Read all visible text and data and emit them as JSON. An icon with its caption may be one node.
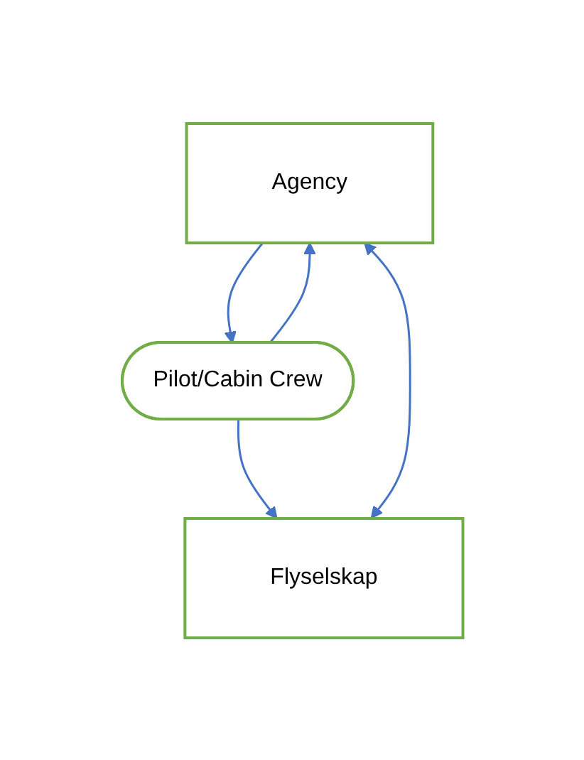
{
  "diagram": {
    "nodes": [
      {
        "text": [
          "Agency"
        ]
      },
      {
        "text": [
          "Pilot/Cabin Crew"
        ]
      },
      {
        "text": [
          "Flyselskap"
        ]
      }
    ],
    "edges": [
      {
        "from": 0,
        "to": 1,
        "arrow": "to"
      },
      {
        "from": 1,
        "to": 0,
        "arrow": "to"
      },
      {
        "from": 1,
        "to": 2,
        "arrow": "to"
      },
      {
        "from": 2,
        "to": 0,
        "arrow": "both"
      }
    ]
  }
}
